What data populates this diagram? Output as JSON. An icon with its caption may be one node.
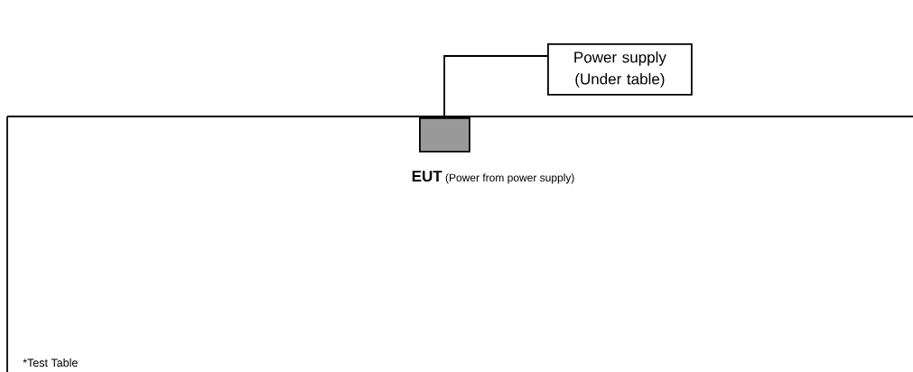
{
  "diagram": {
    "nodes": [
      {
        "text": [
          "*Test Table"
        ]
      },
      {
        "text": [],
        "shape": "box",
        "in": 0,
        "beside": [
          "**EUT** (Power from power supply)"
        ]
      },
      {
        "text": [
          "Power supply (Under table)"
        ]
      }
    ],
    "edges": [
      {
        "from": 1,
        "to": 2,
        "arrow": "none"
      }
    ]
  }
}
